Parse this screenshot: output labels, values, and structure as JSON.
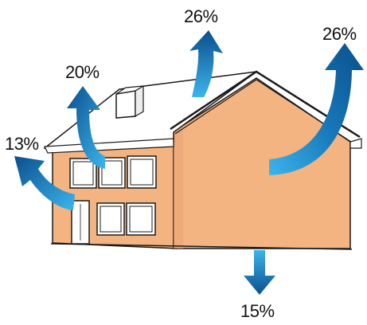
{
  "labels": {
    "roof": "26%",
    "wall": "26%",
    "windows": "20%",
    "doors": "13%",
    "floor": "15%"
  },
  "colors": {
    "wall": "#F4B482",
    "roof": "#FFFFFF",
    "outline": "#1A1A1A",
    "arrow_light": "#3CB4EC",
    "arrow_dark": "#0A4F8C"
  },
  "icons": [
    "heat-loss-arrow-icon",
    "chimney-icon",
    "window-icon",
    "door-icon"
  ]
}
